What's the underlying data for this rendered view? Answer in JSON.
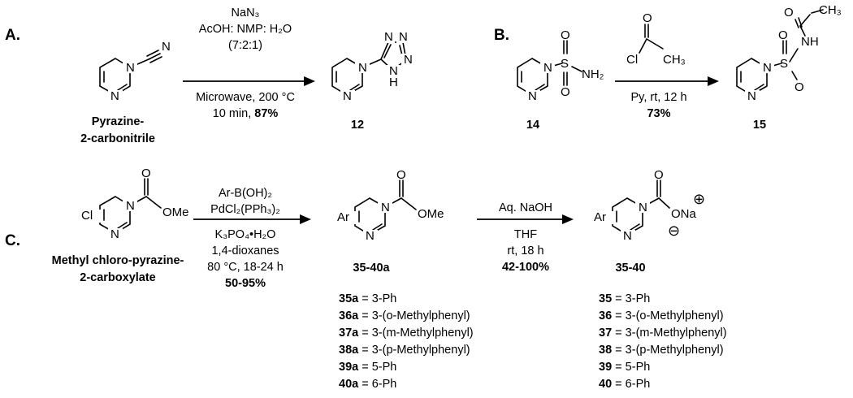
{
  "panels": {
    "a": "A.",
    "b": "B.",
    "c": "C."
  },
  "scheme_a": {
    "start_name_line1": "Pyrazine-",
    "start_name_line2": "2-carbonitrile",
    "reagent_1": "NaN₃",
    "reagent_2": "AcOH: NMP: H₂O",
    "reagent_3": "(7:2:1)",
    "condition_1": "Microwave, 200 °C",
    "condition_2_prefix": "10 min, ",
    "yield": "87%",
    "product_label": "12",
    "atoms": {
      "nitrile_n": "N",
      "ring_n": "N",
      "tetrazole_n": "N",
      "tetrazole_nh": "H"
    }
  },
  "scheme_b": {
    "start_label": "14",
    "reagent_cl": "Cl",
    "reagent_o": "O",
    "reagent_ch3": "CH₃",
    "conditions": "Py, rt, 12 h",
    "yield": "73%",
    "product_label": "15",
    "atoms": {
      "s": "S",
      "o": "O",
      "nh2": "NH₂",
      "nh": "NH",
      "ch3": "CH₃",
      "n": "N"
    }
  },
  "scheme_c": {
    "start_name_line1": "Methyl chloro-pyrazine-",
    "start_name_line2": "2-carboxylate",
    "start_cl": "Cl",
    "start_ome": "OMe",
    "reagent_1": "Ar-B(OH)₂",
    "reagent_2": "PdCl₂(PPh₃)₂",
    "condition_1": "K₃PO₄•H₂O",
    "condition_2": "1,4-dioxanes",
    "condition_3": "80 °C, 18-24 h",
    "yield_1": "50-95%",
    "intermediate_label": "35-40a",
    "intermediate_ar": "Ar",
    "intermediate_ome": "OMe",
    "reagent_3": "Aq. NaOH",
    "condition_4": "THF",
    "condition_5": "rt, 18 h",
    "yield_2": "42-100%",
    "product_label": "35-40",
    "product_ar": "Ar",
    "product_ona": "ONa",
    "plus": "⊕",
    "minus": "⊖",
    "intermediates_list": [
      {
        "id": "35a",
        "sep": " = ",
        "sub": "3-Ph"
      },
      {
        "id": "36a",
        "sep": " = ",
        "sub": "3-(o-Methylphenyl)"
      },
      {
        "id": "37a",
        "sep": " = ",
        "sub": "3-(m-Methylphenyl)"
      },
      {
        "id": "38a",
        "sep": " = ",
        "sub": "3-(p-Methylphenyl)"
      },
      {
        "id": "39a",
        "sep": " = ",
        "sub": "5-Ph"
      },
      {
        "id": "40a",
        "sep": " = ",
        "sub": "6-Ph"
      }
    ],
    "products_list": [
      {
        "id": "35",
        "sep": " = ",
        "sub": "3-Ph"
      },
      {
        "id": "36",
        "sep": " = ",
        "sub": "3-(o-Methylphenyl)"
      },
      {
        "id": "37",
        "sep": " = ",
        "sub": "3-(m-Methylphenyl)"
      },
      {
        "id": "38",
        "sep": " = ",
        "sub": "3-(p-Methylphenyl)"
      },
      {
        "id": "39",
        "sep": " = ",
        "sub": "5-Ph"
      },
      {
        "id": "40",
        "sep": " = ",
        "sub": "6-Ph"
      }
    ]
  }
}
